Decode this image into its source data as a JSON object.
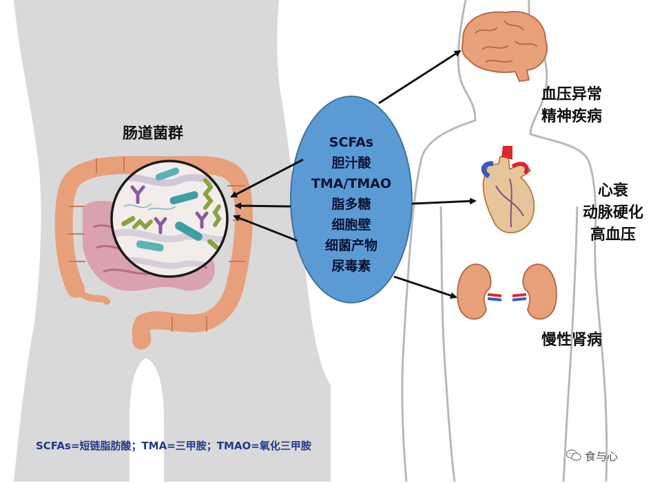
{
  "gut": {
    "title": "肠道菌群"
  },
  "metabolites": [
    "SCFAs",
    "胆汁酸",
    "TMA/TMAO",
    "脂多糖",
    "细胞壁",
    "细菌产物",
    "尿毒素"
  ],
  "organs": {
    "brain": {
      "lines": [
        "血压异常",
        "精神疾病"
      ]
    },
    "heart": {
      "lines": [
        "心衰",
        "动脉硬化",
        "高血压"
      ]
    },
    "kidney": {
      "lines": [
        "慢性肾病"
      ]
    }
  },
  "footnote": "SCFAs=短链脂肪酸；TMA=三甲胺；TMAO=氧化三甲胺",
  "watermark": {
    "text": "食与心",
    "icon": "wechat-icon"
  },
  "colors": {
    "silhouette": "#d9d9d9",
    "outline": "#b8b8b8",
    "ellipse_fill": "#5b9bd5",
    "ellipse_stroke": "#41719c",
    "colon": "#e8a07a",
    "small_intestine": "#d99aa8",
    "arrow": "#111111",
    "footnote": "#1f3a8a"
  }
}
